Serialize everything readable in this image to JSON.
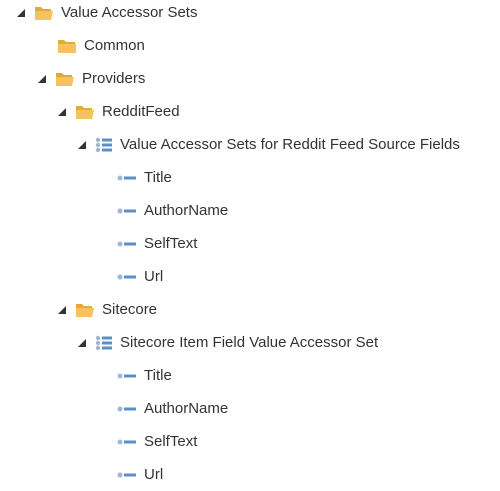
{
  "tree": {
    "root": {
      "label": "Value Accessor Sets",
      "icon": "folder-open-icon",
      "expanded": true,
      "children": {
        "common": {
          "label": "Common",
          "icon": "folder-icon"
        },
        "providers": {
          "label": "Providers",
          "icon": "folder-open-icon",
          "expanded": true,
          "children": {
            "redditfeed": {
              "label": "RedditFeed",
              "icon": "folder-open-icon",
              "expanded": true,
              "set": {
                "label": "Value Accessor Sets for Reddit Feed Source Fields",
                "icon": "accessor-set-icon",
                "expanded": true,
                "items": [
                  "Title",
                  "AuthorName",
                  "SelfText",
                  "Url"
                ]
              }
            },
            "sitecore": {
              "label": "Sitecore",
              "icon": "folder-open-icon",
              "expanded": true,
              "set": {
                "label": "Sitecore Item Field Value Accessor Set",
                "icon": "accessor-set-icon",
                "expanded": true,
                "items": [
                  "Title",
                  "AuthorName",
                  "SelfText",
                  "Url"
                ]
              }
            }
          }
        }
      }
    }
  },
  "colors": {
    "folder": "#f5c25c",
    "folder_dark": "#e3a93a",
    "accessor": "#5a8fc8",
    "accessor_dot": "#9fb7d4",
    "toggle": "#333333",
    "text": "#333333"
  }
}
